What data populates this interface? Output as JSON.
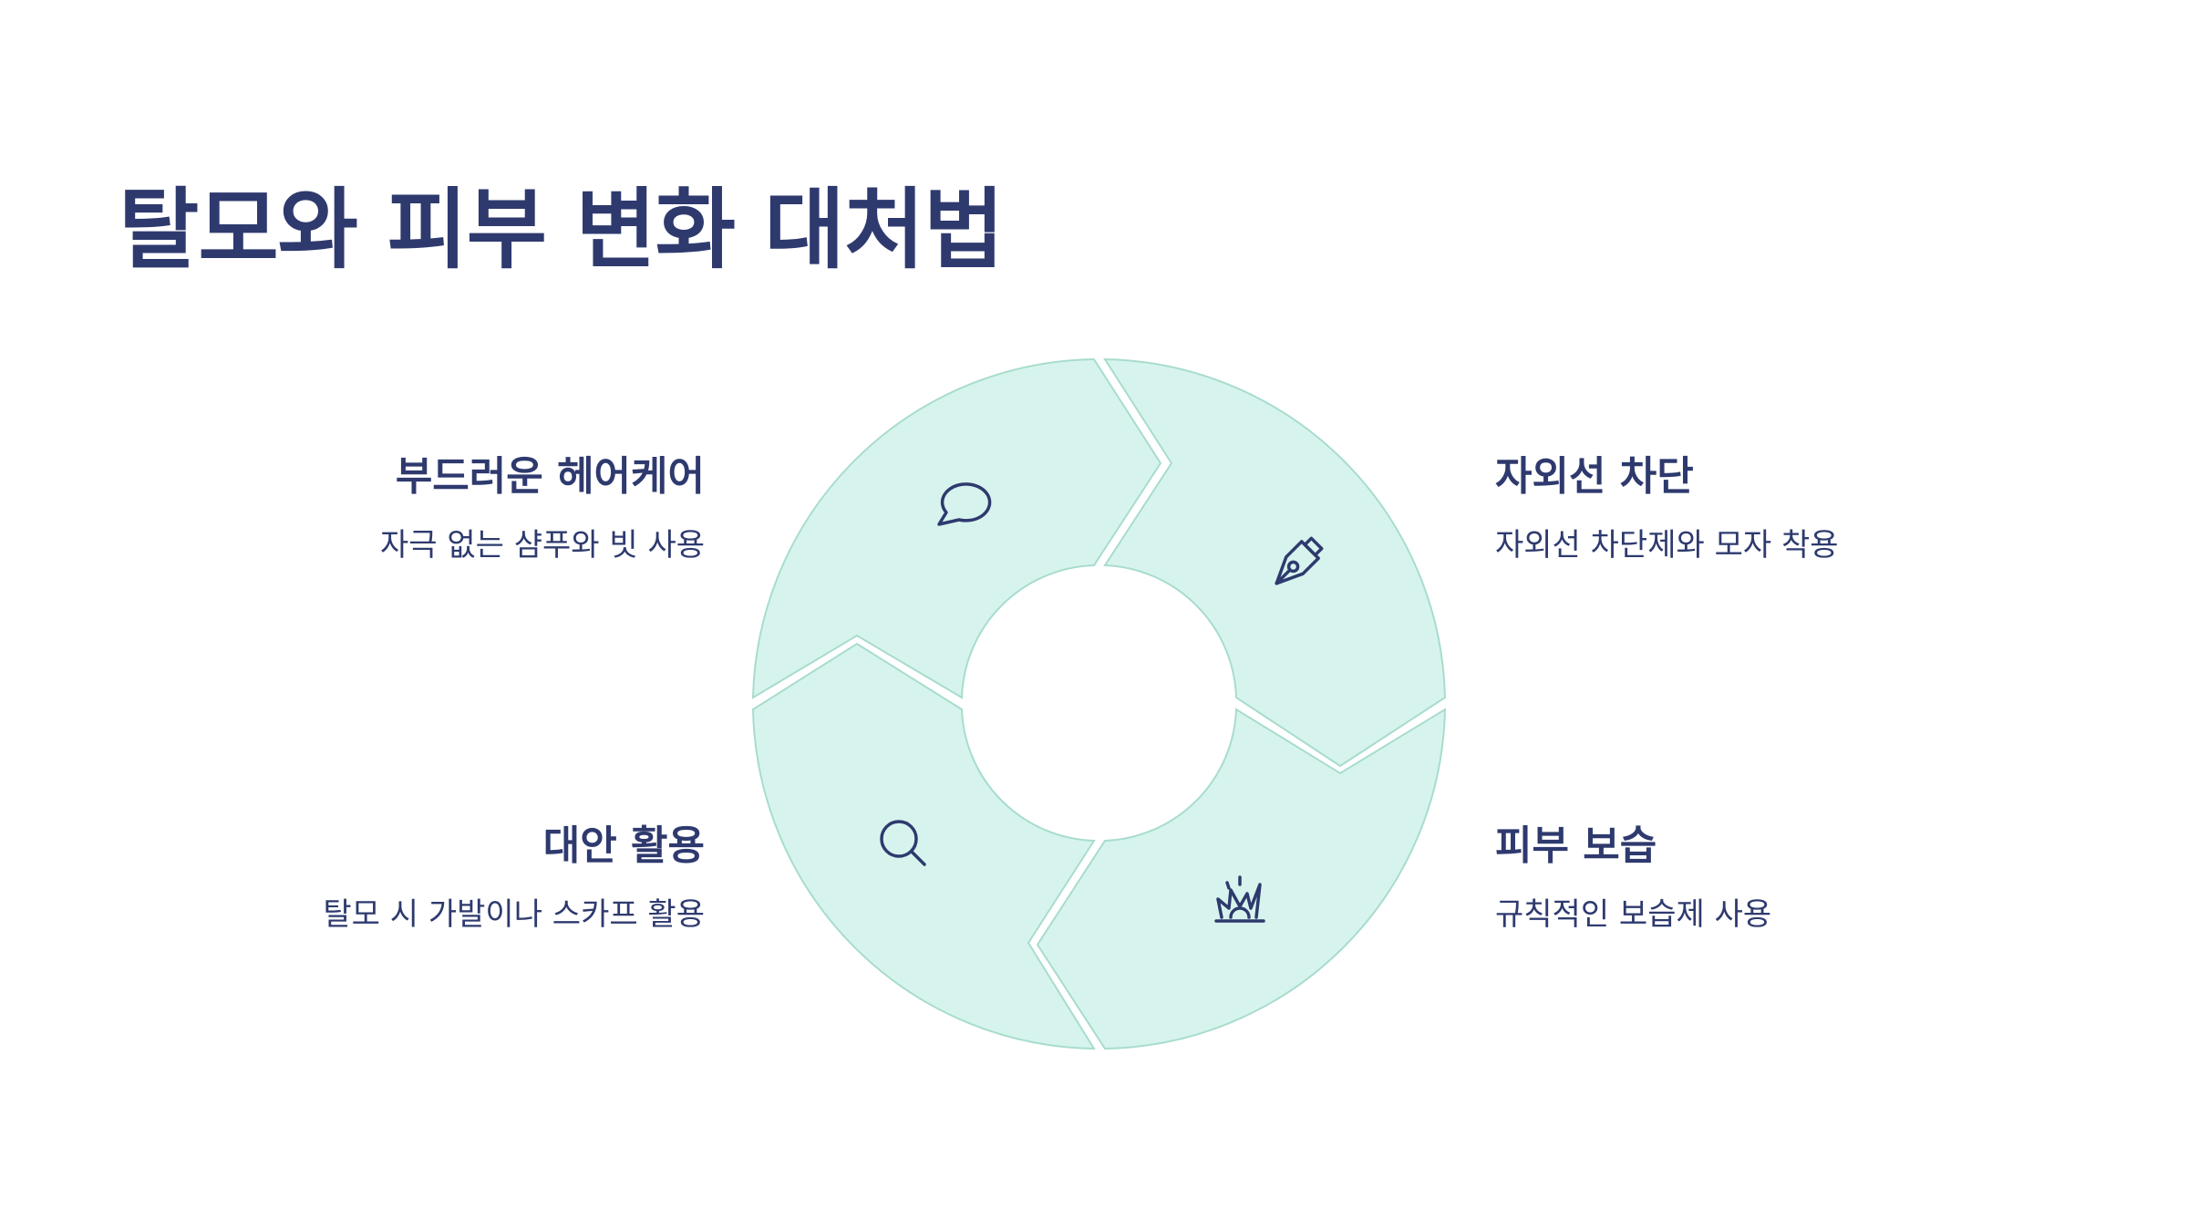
{
  "title": "탈모와 피부 변화 대처법",
  "colors": {
    "segment_fill": "#d6f4ed",
    "segment_stroke": "#a8dccd",
    "text": "#2e3a6e",
    "background": "#ffffff"
  },
  "items": [
    {
      "title": "부드러운 헤어케어",
      "description": "자극 없는 샴푸와 빗 사용",
      "icon": "speech-bubble-icon"
    },
    {
      "title": "자외선 차단",
      "description": "자외선 차단제와 모자 착용",
      "icon": "pen-nib-icon"
    },
    {
      "title": "피부 보습",
      "description": "규칙적인 보습제 사용",
      "icon": "spark-burst-icon"
    },
    {
      "title": "대안 활용",
      "description": "탈모 시 가발이나 스카프 활용",
      "icon": "magnifier-icon"
    }
  ]
}
